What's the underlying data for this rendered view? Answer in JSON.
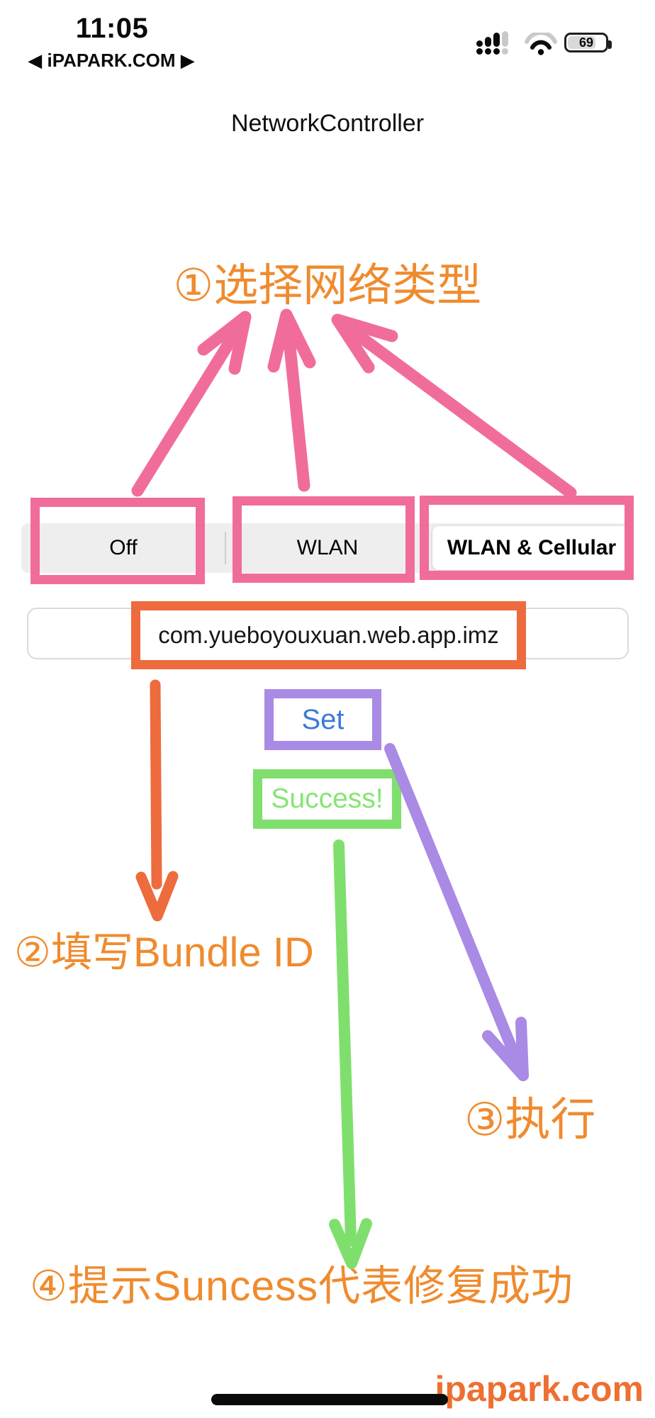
{
  "status_bar": {
    "time": "11:05",
    "carrier": "◀ iPAPARK.COM ▶",
    "battery_percent": "69"
  },
  "nav": {
    "title": "NetworkController"
  },
  "segmented_control": {
    "options": [
      {
        "label": "Off",
        "selected": false
      },
      {
        "label": "WLAN",
        "selected": false
      },
      {
        "label": "WLAN & Cellular",
        "selected": true
      }
    ]
  },
  "bundle_field": {
    "value": "com.yueboyouxuan.web.app.imz"
  },
  "set_button": {
    "label": "Set"
  },
  "status_message": {
    "label": "Success!"
  },
  "annotations": {
    "step1": "①选择网络类型",
    "step2": "②填写Bundle ID",
    "step3": "③执行",
    "step4": "④提示Suncess代表修复成功"
  },
  "footer": {
    "watermark": "ipapark.com"
  },
  "colors": {
    "pink": "#f06d9b",
    "orange_deep": "#ed6b3d",
    "orange_text": "#ef8b2e",
    "purple": "#a98ae4",
    "green": "#7fdf6d",
    "green_text": "#85e573",
    "blue": "#3b7ad8",
    "footer_orange": "#ed7031"
  }
}
